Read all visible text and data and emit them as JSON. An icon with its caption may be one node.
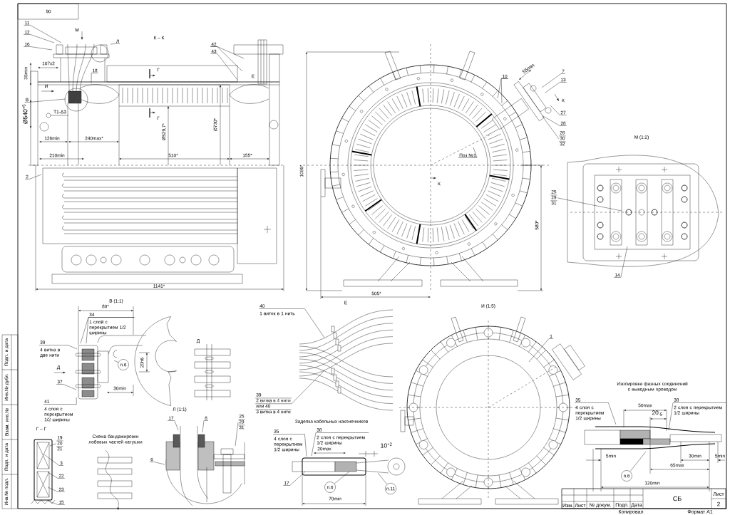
{
  "diagram": {
    "nodes": [
      {
        "text": [],
        "shape": "picture"
      },
      {
        "text": [],
        "shape": "picture"
      },
      {
        "text": [],
        "shape": "picture"
      },
      {
        "text": [],
        "shape": "picture"
      },
      {
        "text": [
          "11"
        ]
      },
      {
        "text": [
          "12"
        ]
      },
      {
        "text": [
          "16"
        ]
      },
      {
        "text": [
          "Л"
        ],
        "in": 0
      },
      {
        "text": [
          "18"
        ],
        "in": 0
      },
      {
        "text": [
          "В"
        ]
      },
      {
        "text": [
          "2"
        ]
      },
      {
        "text": [
          "42"
        ],
        "in": 0
      },
      {
        "text": [
          "43"
        ],
        "in": 0
      },
      {
        "text": [
          "10"
        ]
      },
      {
        "text": [
          "7"
        ]
      },
      {
        "text": [
          "13"
        ]
      },
      {
        "text": [
          "27"
        ]
      },
      {
        "text": [
          "28"
        ]
      },
      {
        "text": [
          "26",
          "30",
          "32"
        ]
      },
      {
        "text": [
          "Поз №1"
        ]
      },
      {
        "text": [
          "25",
          "29",
          "31"
        ]
      },
      {
        "text": [
          "14"
        ]
      },
      {
        "text": [
          "34",
          "1 слой с перекрытием 1/2 ширины"
        ],
        "in": 1
      },
      {
        "text": [
          "39",
          "4 витка в две нити"
        ]
      },
      {
        "text": [
          "37"
        ]
      },
      {
        "text": [
          "41",
          "4 слоя с перекрытием 1/2 ширины"
        ]
      },
      {
        "text": [
          "п.6"
        ],
        "in": 1
      },
      {
        "text": [
          "17"
        ]
      },
      {
        "text": [
          "8"
        ]
      },
      {
        "text": [
          "25",
          "29",
          "31"
        ]
      },
      {
        "text": [
          "19",
          "20",
          "21"
        ]
      },
      {
        "text": [
          "3"
        ]
      },
      {
        "text": [
          "22"
        ]
      },
      {
        "text": [
          "23"
        ]
      },
      {
        "text": [
          "15"
        ]
      },
      {
        "text": [
          "6"
        ]
      },
      {
        "text": [
          "40",
          "1 виток в 1 нить"
        ]
      },
      {
        "text": [
          "39",
          "2 витка в 4 нити",
          "или 40",
          "3 витка в 4 нити"
        ]
      },
      {
        "text": [
          "35",
          "4 слоя с перекрытием 1/2 ширины"
        ]
      },
      {
        "text": [
          "38",
          "2 слоя с перекрытием 1/2 ширины"
        ]
      },
      {
        "text": [
          "17"
        ]
      },
      {
        "text": [
          "п.6"
        ],
        "in": 3
      },
      {
        "text": [
          "п.11"
        ],
        "in": 3
      },
      {
        "text": [
          "1"
        ]
      },
      {
        "text": [
          "35",
          "4 слоя с перекрытием 1/2 ширины"
        ]
      },
      {
        "text": [
          "38",
          "2 слоя с перекрытием 1/2 ширины"
        ]
      },
      {
        "text": [
          "п.6"
        ]
      }
    ],
    "edges": [
      {
        "from": 4,
        "to": 0,
        "arrow": "none"
      },
      {
        "from": 5,
        "to": 0,
        "arrow": "none"
      },
      {
        "from": 6,
        "to": 0,
        "arrow": "none"
      },
      {
        "from": 7,
        "to": 0,
        "arrow": "none"
      },
      {
        "from": 8,
        "to": 0,
        "arrow": "none"
      },
      {
        "from": 9,
        "to": 0,
        "arrow": "none"
      },
      {
        "from": 10,
        "to": 0,
        "arrow": "none"
      },
      {
        "from": 11,
        "to": 0,
        "arrow": "none"
      },
      {
        "from": 11,
        "to": 0,
        "arrow": "none"
      },
      {
        "from": 12,
        "to": 0,
        "arrow": "none"
      },
      {
        "from": 13,
        "to": null,
        "arrow": "none"
      },
      {
        "from": 13,
        "to": null,
        "arrow": "none"
      },
      {
        "from": 14,
        "to": null,
        "arrow": "none"
      },
      {
        "from": 15,
        "to": null,
        "arrow": "none"
      },
      {
        "from": 16,
        "to": null,
        "arrow": "none"
      },
      {
        "from": 17,
        "to": null,
        "arrow": "none"
      },
      {
        "from": 18,
        "to": null,
        "arrow": "none"
      },
      {
        "from": 19,
        "to": null,
        "arrow": "none"
      },
      {
        "from": 20,
        "to": null,
        "arrow": "none"
      },
      {
        "from": 21,
        "to": null,
        "arrow": "none"
      },
      {
        "from": 22,
        "to": 1,
        "arrow": "none"
      },
      {
        "from": 22,
        "to": 1,
        "arrow": "none"
      },
      {
        "from": 23,
        "to": 1,
        "arrow": "none"
      },
      {
        "from": 24,
        "to": 1,
        "arrow": "none"
      },
      {
        "from": 25,
        "to": 1,
        "arrow": "none"
      },
      {
        "from": 26,
        "to": 1,
        "arrow": "none"
      },
      {
        "from": 27,
        "to": 2,
        "arrow": "none"
      },
      {
        "from": 28,
        "to": 2,
        "arrow": "none"
      },
      {
        "from": 29,
        "to": 2,
        "arrow": "none"
      },
      {
        "from": 30,
        "to": null,
        "arrow": "none"
      },
      {
        "from": 31,
        "to": null,
        "arrow": "none"
      },
      {
        "from": 32,
        "to": null,
        "arrow": "none"
      },
      {
        "from": 33,
        "to": null,
        "arrow": "none"
      },
      {
        "from": 34,
        "to": null,
        "arrow": "none"
      },
      {
        "from": 35,
        "to": 2,
        "arrow": "none"
      },
      {
        "from": 36,
        "to": null,
        "arrow": "none"
      },
      {
        "from": 37,
        "to": null,
        "arrow": "none"
      },
      {
        "from": 38,
        "to": 3,
        "arrow": "none"
      },
      {
        "from": 39,
        "to": 3,
        "arrow": "none"
      },
      {
        "from": 40,
        "to": 3,
        "arrow": "none"
      },
      {
        "from": 41,
        "to": 3,
        "arrow": "none"
      },
      {
        "from": 42,
        "to": 3,
        "arrow": "none"
      },
      {
        "from": 43,
        "to": null,
        "arrow": "none"
      },
      {
        "from": 44,
        "to": null,
        "arrow": "none"
      },
      {
        "from": 45,
        "to": null,
        "arrow": "none"
      },
      {
        "from": 46,
        "to": null,
        "arrow": "none"
      }
    ],
    "labels": [
      "90",
      "М",
      "К – К",
      "107х2",
      "30min",
      "Г",
      "И",
      "Т1-Δ3",
      "Ø540$^{+5}$",
      "Г",
      "Ø529,7*",
      "Ø730*",
      "Е",
      "126min",
      "240max*",
      "210min",
      "510*",
      "155*",
      "1141*",
      "55min",
      "К",
      "М (1:2)",
      "1096*",
      "К",
      "580*",
      "505*",
      "80*",
      "В (1:1)",
      "Е",
      "И (1:5)",
      "Д",
      "20h6",
      "Д",
      "30min",
      "Л (1:1)",
      "Г – Г",
      "Схема бандажировки лобовых частей катушки",
      "Заделка кабельных наконечников",
      "20max",
      "10$^{+2}$",
      "70min",
      "Изолировка фазных соединений с выводным проводом",
      "50max",
      "20$_{-5}$",
      "5min",
      "30min",
      "5min",
      "65max",
      "120min",
      "Изм.",
      "Лист",
      "№ докум.",
      "Подп.",
      "Дата",
      "СБ",
      "Лист",
      "2",
      "Копировал",
      "Формат А1",
      "Подп. и дата",
      "Инв.№ дубл.",
      "Взам. инв.№",
      "Подп. и дата",
      "Инв.№ подл."
    ]
  }
}
